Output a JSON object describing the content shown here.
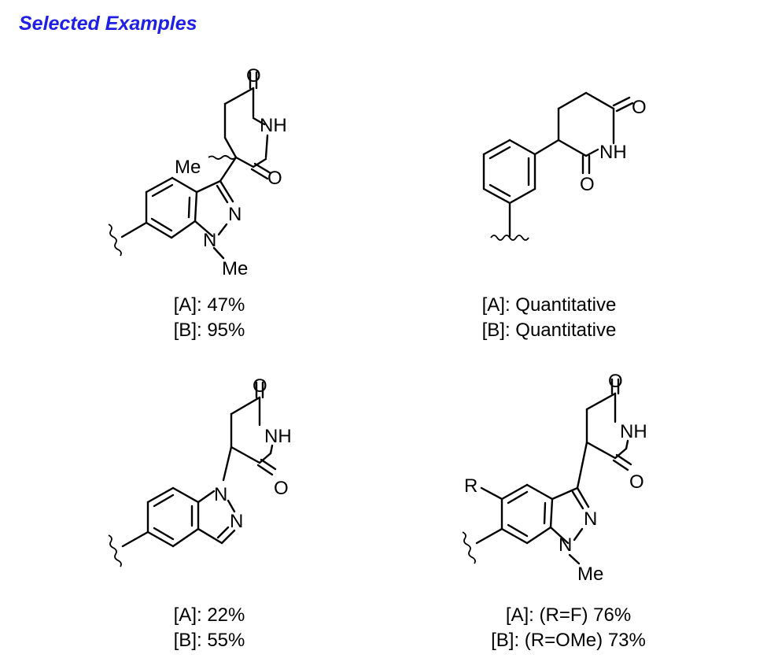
{
  "heading": "Selected Examples",
  "examples": [
    {
      "atoms": {
        "o_top": "O",
        "nh": "NH",
        "o_bottom": "O",
        "me_quat": "Me",
        "n2": "N",
        "n1": "N",
        "n_me": "Me"
      },
      "yield_a": "[A]: 47%",
      "yield_b": "[B]: 95%"
    },
    {
      "atoms": {
        "o_top": "O",
        "nh": "NH",
        "o_bottom": "O"
      },
      "yield_a": "[A]: Quantitative",
      "yield_b": "[B]: Quantitative"
    },
    {
      "atoms": {
        "o_top": "O",
        "nh": "NH",
        "o_bottom": "O",
        "n1": "N",
        "n2": "N"
      },
      "yield_a": "[A]: 22%",
      "yield_b": "[B]: 55%"
    },
    {
      "atoms": {
        "o_top": "O",
        "nh": "NH",
        "o_bottom": "O",
        "r": "R",
        "n2": "N",
        "n1": "N",
        "n_me": "Me"
      },
      "yield_a": "[A]: (R=F) 76%",
      "yield_b": "[B]: (R=OMe) 73%"
    }
  ]
}
